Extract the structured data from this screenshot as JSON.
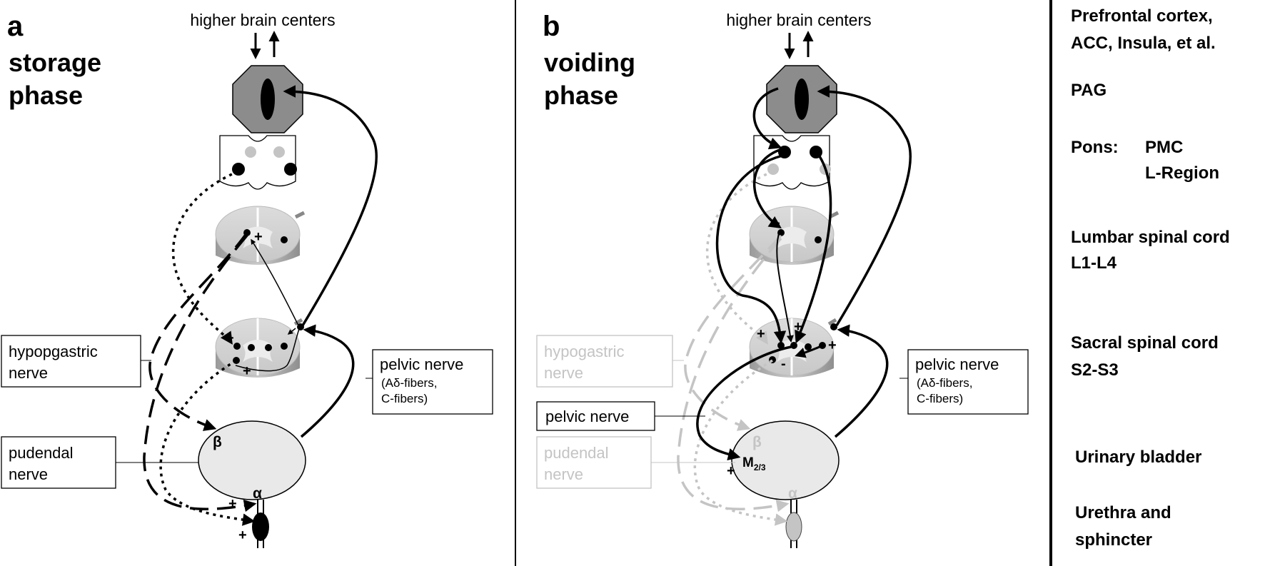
{
  "panels": [
    {
      "letter": "a",
      "phase_line1": "storage",
      "phase_line2": "phase",
      "top_label": "higher brain centers",
      "hypogastric_line1": "hypopgastric",
      "hypogastric_line2": "nerve",
      "pudendal_line1": "pudendal",
      "pudendal_line2": "nerve",
      "pelvic_line1": "pelvic nerve",
      "pelvic_line2": "(Aδ-fibers,",
      "pelvic_line3": "C-fibers)",
      "receptor_beta": "β",
      "receptor_alpha": "α",
      "plus": "+",
      "minus": "-"
    },
    {
      "letter": "b",
      "phase_line1": "voiding",
      "phase_line2": "phase",
      "top_label": "higher brain centers",
      "hypogastric_line1": "hypogastric",
      "hypogastric_line2": "nerve",
      "pudendal_line1": "pudendal",
      "pudendal_line2": "nerve",
      "pelvic_efferent_label": "pelvic nerve",
      "pelvic_line1": "pelvic nerve",
      "pelvic_line2": "(Aδ-fibers,",
      "pelvic_line3": "C-fibers)",
      "receptor_beta": "β",
      "receptor_alpha": "α",
      "receptor_m": "M",
      "receptor_m_sub": "2/3",
      "plus": "+",
      "minus": "-"
    }
  ],
  "legend": {
    "cortex_line1": "Prefrontal cortex,",
    "cortex_line2": "ACC, Insula, et al.",
    "pag": "PAG",
    "pons": "Pons:",
    "pmc": "PMC",
    "l_region": "L-Region",
    "lumbar_line1": "Lumbar spinal cord",
    "lumbar_line2": "L1-L4",
    "sacral_line1": "Sacral spinal cord",
    "sacral_line2": "S2-S3",
    "bladder": "Urinary bladder",
    "urethra_line1": "Urethra and",
    "urethra_line2": "sphincter"
  },
  "colors": {
    "pag_fill": "#8c8c8c",
    "cord_fill": "#d4d4d4",
    "bladder_fill": "#e9e9e9",
    "faded": "#c4c4c4"
  }
}
